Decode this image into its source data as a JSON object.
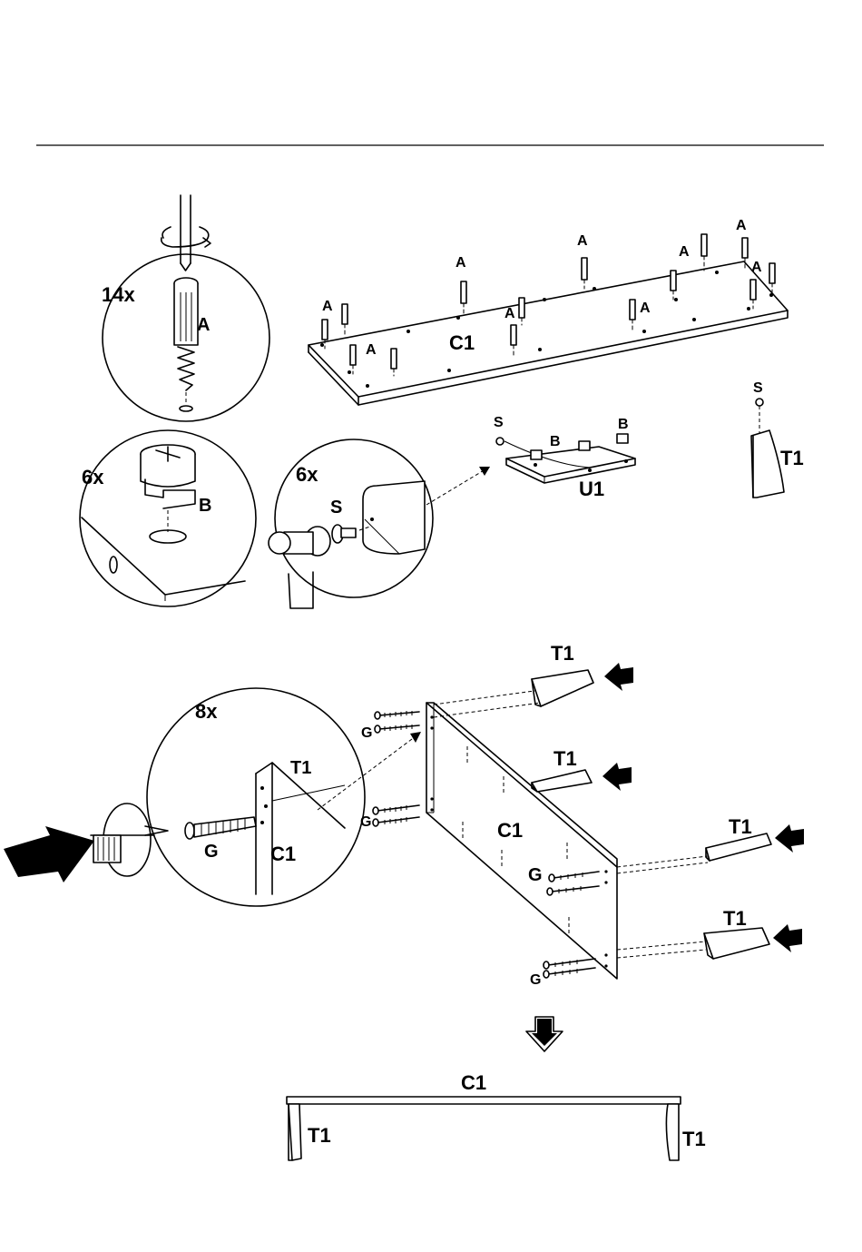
{
  "labels": {
    "qty_dowel": "14x",
    "qty_cam": "6x",
    "qty_stud": "6x",
    "qty_bolt": "8x",
    "part_a": "A",
    "part_b": "B",
    "part_s": "S",
    "part_g": "G",
    "panel_c1": "C1",
    "panel_u1": "U1",
    "leg_t1": "T1"
  }
}
